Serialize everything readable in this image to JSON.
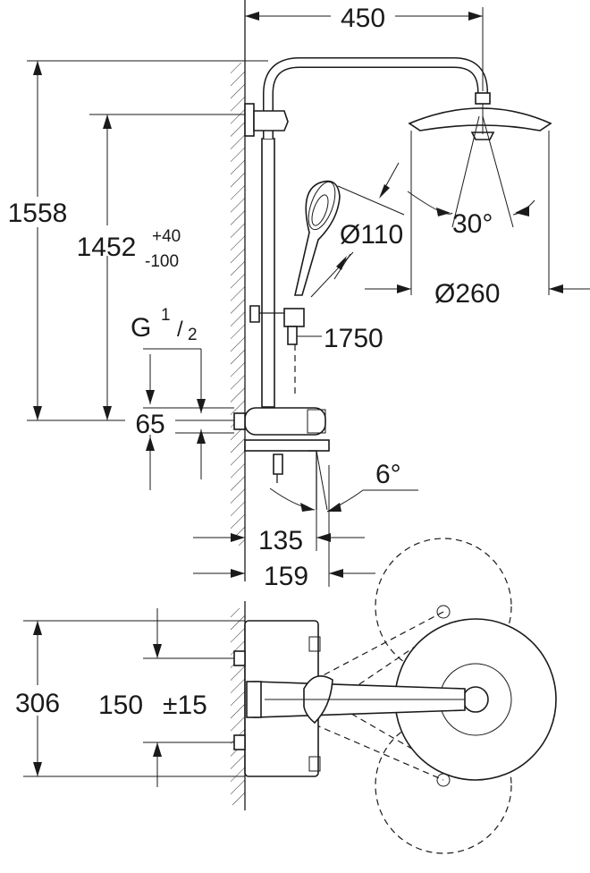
{
  "dimensions": {
    "width_head_offset": "450",
    "total_height": "1558",
    "inlet_height": "1452",
    "inlet_tol_plus": "+40",
    "inlet_tol_minus": "-100",
    "hand_shower_diameter": "Ø110",
    "head_shower_tilt": "30°",
    "head_shower_diameter": "Ø260",
    "hose_length": "1750",
    "thread_main": "G",
    "thread_num": "1",
    "thread_den": "2",
    "inlet_spacing_side": "65",
    "spout_tilt": "6°",
    "spout_depth_1": "135",
    "spout_depth_2": "159",
    "overall_top_height": "306",
    "inlet_centers": "150",
    "inlet_centers_tol": "±15"
  }
}
